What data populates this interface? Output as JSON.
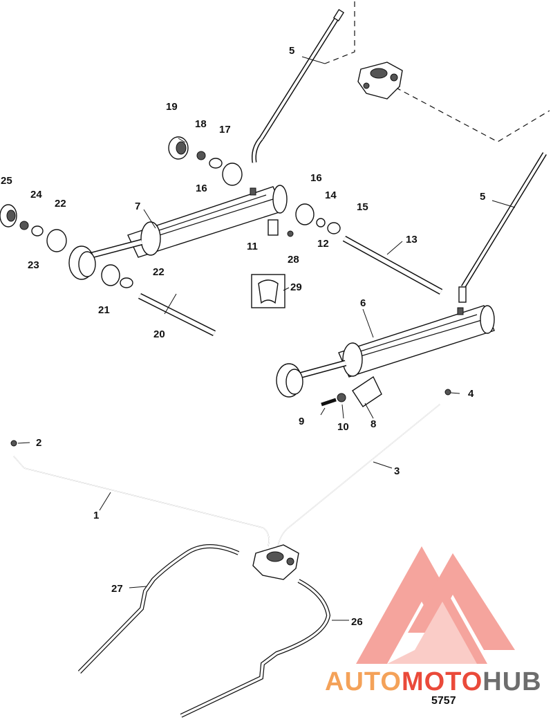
{
  "figure_number": "5757",
  "brand": {
    "part1": "AUTO",
    "part2": "MOTO",
    "part3": "HUB",
    "color_orange": "#F4A259",
    "color_red": "#EA4A3A",
    "color_gray": "#6D6D6D",
    "logo_color": "#EE5A4E"
  },
  "callouts": [
    "1",
    "2",
    "3",
    "4",
    "5",
    "5",
    "6",
    "7",
    "8",
    "9",
    "10",
    "11",
    "12",
    "13",
    "14",
    "15",
    "16",
    "16",
    "17",
    "18",
    "19",
    "20",
    "21",
    "22",
    "22",
    "23",
    "24",
    "25",
    "26",
    "27",
    "28",
    "29"
  ]
}
